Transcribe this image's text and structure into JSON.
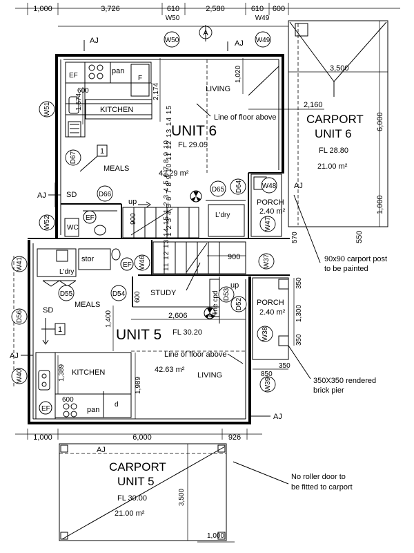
{
  "dimensions": {
    "top": [
      "1,000",
      "3,726",
      "610",
      "2,580",
      "610",
      "600"
    ],
    "bottom": [
      "1,000",
      "6,000",
      "926"
    ],
    "carport_top_width": "3,500",
    "carport_top_depth": "6,000",
    "carport_side": "1,000",
    "carport_gap": "550",
    "carport_bottom_depth": "3,500",
    "carport_bottom_edge": "1,000",
    "living6_1020": "1,020",
    "living6_2174": "2,174",
    "living6_2160": "2,160",
    "kitchen6_1574": "1,574",
    "kitchen6_600": "600",
    "stair_900_top": "900",
    "stair_900_mid": "900",
    "porch_570": "570",
    "porch5_350a": "350",
    "porch5_1300": "1,300",
    "porch5_350b": "350",
    "porch5_350c": "350",
    "porch5_850": "850",
    "study_600": "600",
    "unit5_2606": "2,606",
    "unit5_1400": "1,400",
    "unit5_1989": "1,989",
    "kitchen5_1389": "1,389",
    "kitchen5_600": "600"
  },
  "tags": {
    "w50_top": "W50",
    "w49_top": "W49",
    "w50": "W50",
    "w49": "W49",
    "w51": "W51",
    "d67": "D67",
    "d66": "D66",
    "d65": "D65",
    "d64": "D64",
    "w48": "W48",
    "w47": "W47",
    "w52": "W52",
    "w46": "W46",
    "w41": "W41",
    "w37": "W37",
    "d55": "D55",
    "d54": "D54",
    "d53": "D53",
    "d52": "D52",
    "d56": "D56",
    "w38": "W38",
    "w39": "W39",
    "w40": "W40",
    "north": "A",
    "callout1_top": "1",
    "callout1_bottom": "1"
  },
  "labels": {
    "aj_top1": "AJ",
    "aj_top2": "AJ",
    "aj_left6": "AJ",
    "aj_porch6": "AJ",
    "aj_left5": "AJ",
    "aj_right5": "AJ",
    "aj_carport5": "AJ",
    "sd6": "SD",
    "sd5": "SD",
    "ef6_kitchen": "EF",
    "ef6_wc": "EF",
    "ef5_laundry": "EF",
    "ef5_kitchen": "EF",
    "pan6": "pan",
    "pan5": "pan",
    "fridge6": "F",
    "fridge5": "d",
    "kitchen6": "KITCHEN",
    "kitchen5": "KITCHEN",
    "living6": "LIVING",
    "living5": "LIVING",
    "meals6": "MEALS",
    "meals5": "MEALS",
    "unit6": "UNIT 6",
    "unit5": "UNIT 5",
    "fl6": "FL 29.05",
    "fl5": "FL 30.20",
    "area6": "42.29 m²",
    "area5": "42.63 m²",
    "floor_above6": "Line of floor above",
    "floor_above5": "Line of floor above",
    "wc": "WC",
    "ldry6": "L'dry",
    "ldry5": "L'dry",
    "stor": "stor",
    "study": "STUDY",
    "linen": "line cpd",
    "up6": "up",
    "up5": "up",
    "porch6": "PORCH",
    "porch6_area": "2.40 m²",
    "porch5": "PORCH",
    "porch5_area": "2.40 m²",
    "carport6_title1": "CARPORT",
    "carport6_title2": "UNIT 6",
    "carport6_fl": "FL 28.80",
    "carport6_area": "21.00 m²",
    "carport5_title1": "CARPORT",
    "carport5_title2": "UNIT 5",
    "carport5_fl": "FL 30.00",
    "carport5_area": "21.00 m²",
    "stair_nums_top": "1 2 3 4 5 6 7 8 9 10 11 12 13 14 15",
    "stair_nums_mid": "11 12 13 14 15 1 2 3 4 5 6 7 8 9 10"
  },
  "notes": {
    "post_line1": "90x90 carport post",
    "post_line2": "to be painted",
    "pier_line1": "350X350 rendered",
    "pier_line2": "brick pier",
    "roller_line1": "No roller door to",
    "roller_line2": "be fitted to carport"
  }
}
